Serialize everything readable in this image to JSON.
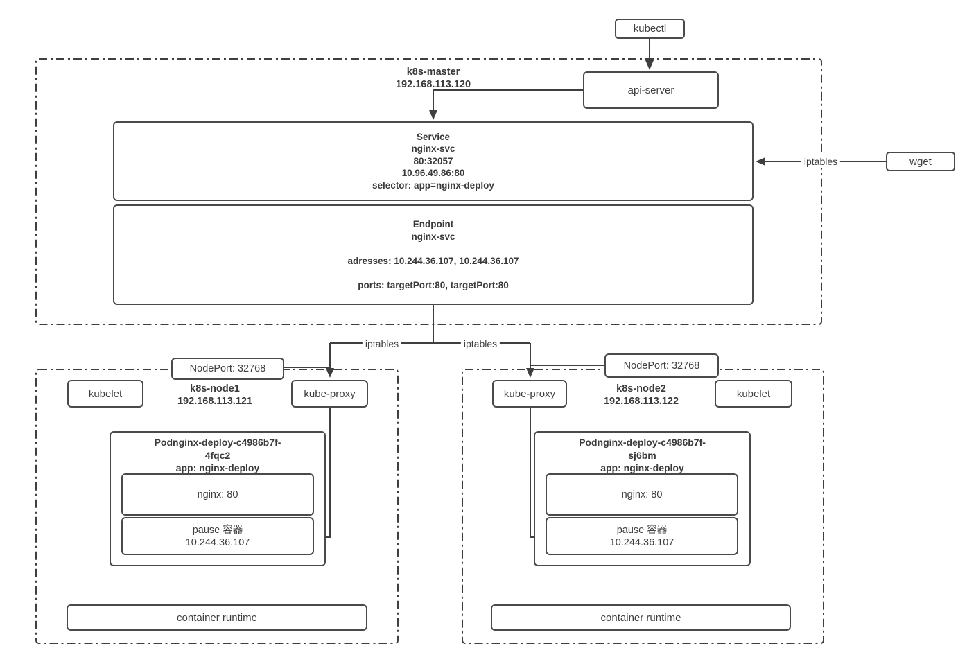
{
  "kubectl": {
    "label": "kubectl"
  },
  "api_server": {
    "label": "api-server"
  },
  "wget": {
    "label": "wget"
  },
  "edges": {
    "iptables": "iptables"
  },
  "master": {
    "name": "k8s-master",
    "ip": "192.168.113.120",
    "service": {
      "title": "Service",
      "name": "nginx-svc",
      "node_port": "80:32057",
      "cluster_ip": "10.96.49.86:80",
      "selector": "selector: app=nginx-deploy"
    },
    "endpoint": {
      "title": "Endpoint",
      "name": "nginx-svc",
      "addresses": "adresses: 10.244.36.107, 10.244.36.107",
      "ports": "ports: targetPort:80, targetPort:80"
    }
  },
  "node1": {
    "name": "k8s-node1",
    "ip": "192.168.113.121",
    "nodeport_label": "NodePort: 32768",
    "kubelet_label": "kubelet",
    "kube_proxy_label": "kube-proxy",
    "pod": {
      "title_line1": "Podnginx-deploy-c4986b7f-",
      "title_line2": "4fqc2",
      "title_line3": "app: nginx-deploy",
      "nginx_container": "nginx: 80",
      "pause_line1": "pause 容器",
      "pause_line2": "10.244.36.107"
    },
    "container_runtime_label": "container runtime"
  },
  "node2": {
    "name": "k8s-node2",
    "ip": "192.168.113.122",
    "nodeport_label": "NodePort: 32768",
    "kubelet_label": "kubelet",
    "kube_proxy_label": "kube-proxy",
    "pod": {
      "title_line1": "Podnginx-deploy-c4986b7f-",
      "title_line2": "sj6bm",
      "title_line3": "app: nginx-deploy",
      "nginx_container": "nginx: 80",
      "pause_line1": "pause 容器",
      "pause_line2": "10.244.36.107"
    },
    "container_runtime_label": "container runtime"
  },
  "colors": {
    "line": "#3f3f3f",
    "border": "#4a4a4a",
    "text": "#3a3a3a",
    "background": "#ffffff"
  }
}
